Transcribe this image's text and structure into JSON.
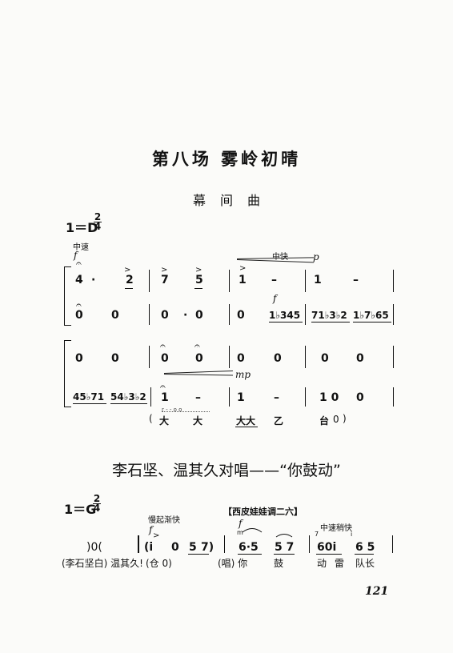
{
  "title": "第八场  雾岭初晴",
  "subtitle": "幕间曲",
  "interlude": {
    "key": "1＝D",
    "time_sig": {
      "num": "2",
      "den": "4"
    },
    "tempo1": "中速",
    "tempo2": "中快",
    "dyn_f1": "f",
    "dyn_p": "p",
    "dyn_f2": "f",
    "dyn_mp": "mp",
    "accent": ">",
    "fermata": "𝄐",
    "sys1": {
      "upper": [
        "4",
        "·",
        "2",
        "7",
        "5",
        "1",
        "–",
        "1",
        "–"
      ],
      "lower": [
        "0",
        "0",
        "0",
        "·",
        "0",
        "0",
        "1♭345",
        "71♭3♭2",
        "1♭7♭65"
      ]
    },
    "sys2": {
      "upper": [
        "0",
        "0",
        "0",
        "0",
        "0",
        "0",
        "0",
        "0"
      ],
      "lower": [
        "45♭71",
        "54♭3♭2",
        "1",
        "–",
        "1",
        "–",
        "1 0",
        "0"
      ]
    },
    "percussion": [
      "(",
      "大",
      "大",
      "大大",
      "乙",
      "台",
      "0",
      ")"
    ],
    "perc_small": "r - - o o"
  },
  "duet": {
    "heading": "李石坚、温其久对唱——“你鼓动”",
    "key": "1＝G",
    "time_sig": {
      "num": "2",
      "den": "4"
    },
    "tempo1": "慢起渐快",
    "aria": "【西皮娃娃调二六】",
    "tempo2": "中速稍快",
    "dyn_f1": "f",
    "dyn_f2": "f",
    "grace": "m",
    "grace2": "7",
    "grace3": "i",
    "notes_start": ")0(",
    "notes": [
      "(i",
      "0",
      "5",
      "7)",
      "6·5",
      "5 7",
      "60i",
      "6 5"
    ],
    "lyric_spoken": "(李石坚白) 温其久!",
    "lyric_perc": "(仓 0)",
    "lyric_sung": "(唱) 你",
    "lyrics": [
      "鼓",
      "动",
      "雷",
      "队长"
    ]
  },
  "page_number": "121"
}
